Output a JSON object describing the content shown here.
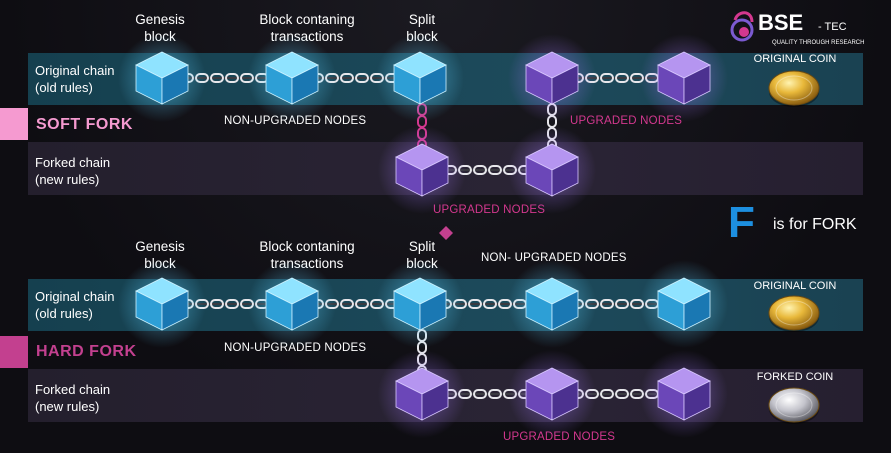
{
  "logo": {
    "name": "BSE",
    "suffix": "- TEC",
    "tagline": "QUALITY THROUGH RESEARCH"
  },
  "soft_fork": {
    "title": "SOFT FORK",
    "headers": {
      "genesis": "Genesis\nblock",
      "transactions": "Block contaning\ntransactions",
      "split": "Split\nblock"
    },
    "original_chain_label": "Original chain\n(old rules)",
    "forked_chain_label": "Forked chain\n(new rules)",
    "non_upgraded_nodes": "NON-UPGRADED NODES",
    "upgraded_nodes_top": "UPGRADED NODES",
    "upgraded_nodes_bottom": "UPGRADED NODES",
    "coin_label": "ORIGINAL COIN"
  },
  "tagline": {
    "letter": "F",
    "text": "is for FORK"
  },
  "hard_fork": {
    "title": "HARD FORK",
    "headers": {
      "genesis": "Genesis\nblock",
      "transactions": "Block contaning\ntransactions",
      "split": "Split\nblock"
    },
    "non_upgraded_nodes_top": "NON- UPGRADED NODES",
    "original_chain_label": "Original chain\n(old rules)",
    "forked_chain_label": "Forked chain\n(new rules)",
    "non_upgraded_nodes": "NON-UPGRADED NODES",
    "upgraded_nodes": "UPGRADED NODES",
    "original_coin_label": "ORIGINAL COIN",
    "forked_coin_label": "FORKED COIN"
  },
  "colors": {
    "accent_pink": "#d4388f",
    "soft_tag": "#f59ad0",
    "hard_tag": "#c3408f",
    "blue_cube": "#3fb6e8",
    "purple_cube": "#7a55c9",
    "gold_coin": "#e0b23a",
    "silver_coin": "#c9c9cf",
    "f_letter": "#1d8fe0"
  }
}
